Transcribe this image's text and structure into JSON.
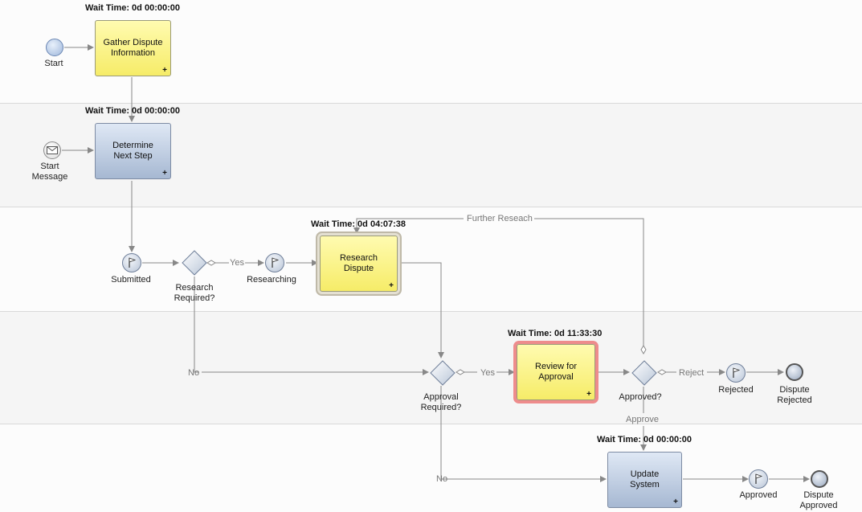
{
  "colors": {
    "task_yellow": "#f6ec68",
    "task_blue": "#a6b8d2",
    "selected_red": "#ee8c8c",
    "connector": "#888888"
  },
  "tasks": {
    "gather": {
      "wait": "Wait Time: 0d 00:00:00",
      "line1": "Gather Dispute",
      "line2": "Information",
      "plus": "+"
    },
    "determine": {
      "wait": "Wait Time: 0d 00:00:00",
      "line1": "Determine",
      "line2": "Next Step",
      "plus": "+"
    },
    "research": {
      "wait": "Wait Time: 0d 04:07:38",
      "line1": "Research",
      "line2": "Dispute",
      "plus": "+"
    },
    "review": {
      "wait": "Wait Time: 0d 11:33:30",
      "line1": "Review for",
      "line2": "Approval",
      "plus": "+"
    },
    "update": {
      "wait": "Wait Time: 0d 00:00:00",
      "line1": "Update",
      "line2": "System",
      "plus": "+"
    }
  },
  "events": {
    "start": {
      "label": "Start",
      "icon": "start-circle-icon"
    },
    "start_message": {
      "line1": "Start",
      "line2": "Message",
      "icon": "envelope-icon"
    },
    "submitted": {
      "label": "Submitted",
      "icon": "flag-icon"
    },
    "researching": {
      "label": "Researching",
      "icon": "flag-icon"
    },
    "rejected": {
      "label": "Rejected",
      "icon": "flag-icon"
    },
    "approved": {
      "label": "Approved",
      "icon": "flag-icon"
    },
    "dispute_rejected": {
      "line1": "Dispute",
      "line2": "Rejected",
      "icon": "end-circle-icon"
    },
    "dispute_approved": {
      "line1": "Dispute",
      "line2": "Approved",
      "icon": "end-circle-icon"
    }
  },
  "gateways": {
    "research_required": {
      "line1": "Research",
      "line2": "Required?"
    },
    "approval_required": {
      "line1": "Approval",
      "line2": "Required?"
    },
    "approved_q": {
      "label": "Approved?"
    }
  },
  "flow_labels": {
    "yes1": "Yes",
    "yes2": "Yes",
    "no1": "No",
    "no2": "No",
    "reject": "Reject",
    "approve": "Approve",
    "further": "Further Reseach"
  }
}
